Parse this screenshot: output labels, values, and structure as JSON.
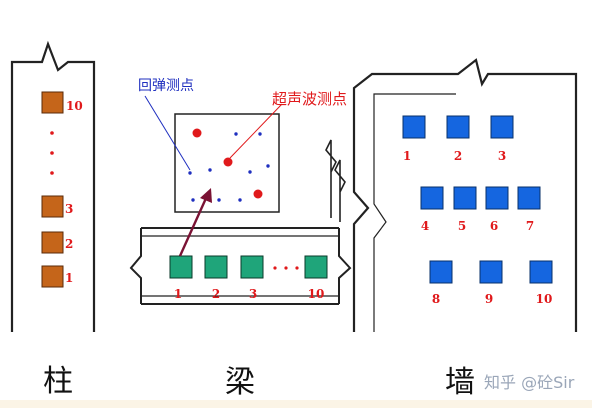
{
  "column": {
    "caption": "柱",
    "labels": [
      "10",
      "3",
      "2",
      "1"
    ]
  },
  "beam": {
    "caption": "梁",
    "labels": [
      "1",
      "2",
      "3",
      "10"
    ]
  },
  "wall": {
    "caption": "墙",
    "labels": [
      "1",
      "2",
      "3",
      "4",
      "5",
      "6",
      "7",
      "8",
      "9",
      "10"
    ]
  },
  "callouts": {
    "rebound": "回弹测点",
    "ultrasonic": "超声波测点"
  },
  "watermark": "知乎 @砼Sir",
  "colors": {
    "column_box": "#c5651a",
    "beam_box": "#1fa57a",
    "wall_box": "#1566e0",
    "ultrasonic_dot": "#e0191b",
    "rebound_dot": "#1f2fbf",
    "label_red": "#e0191b",
    "arrow": "#7a1234"
  }
}
